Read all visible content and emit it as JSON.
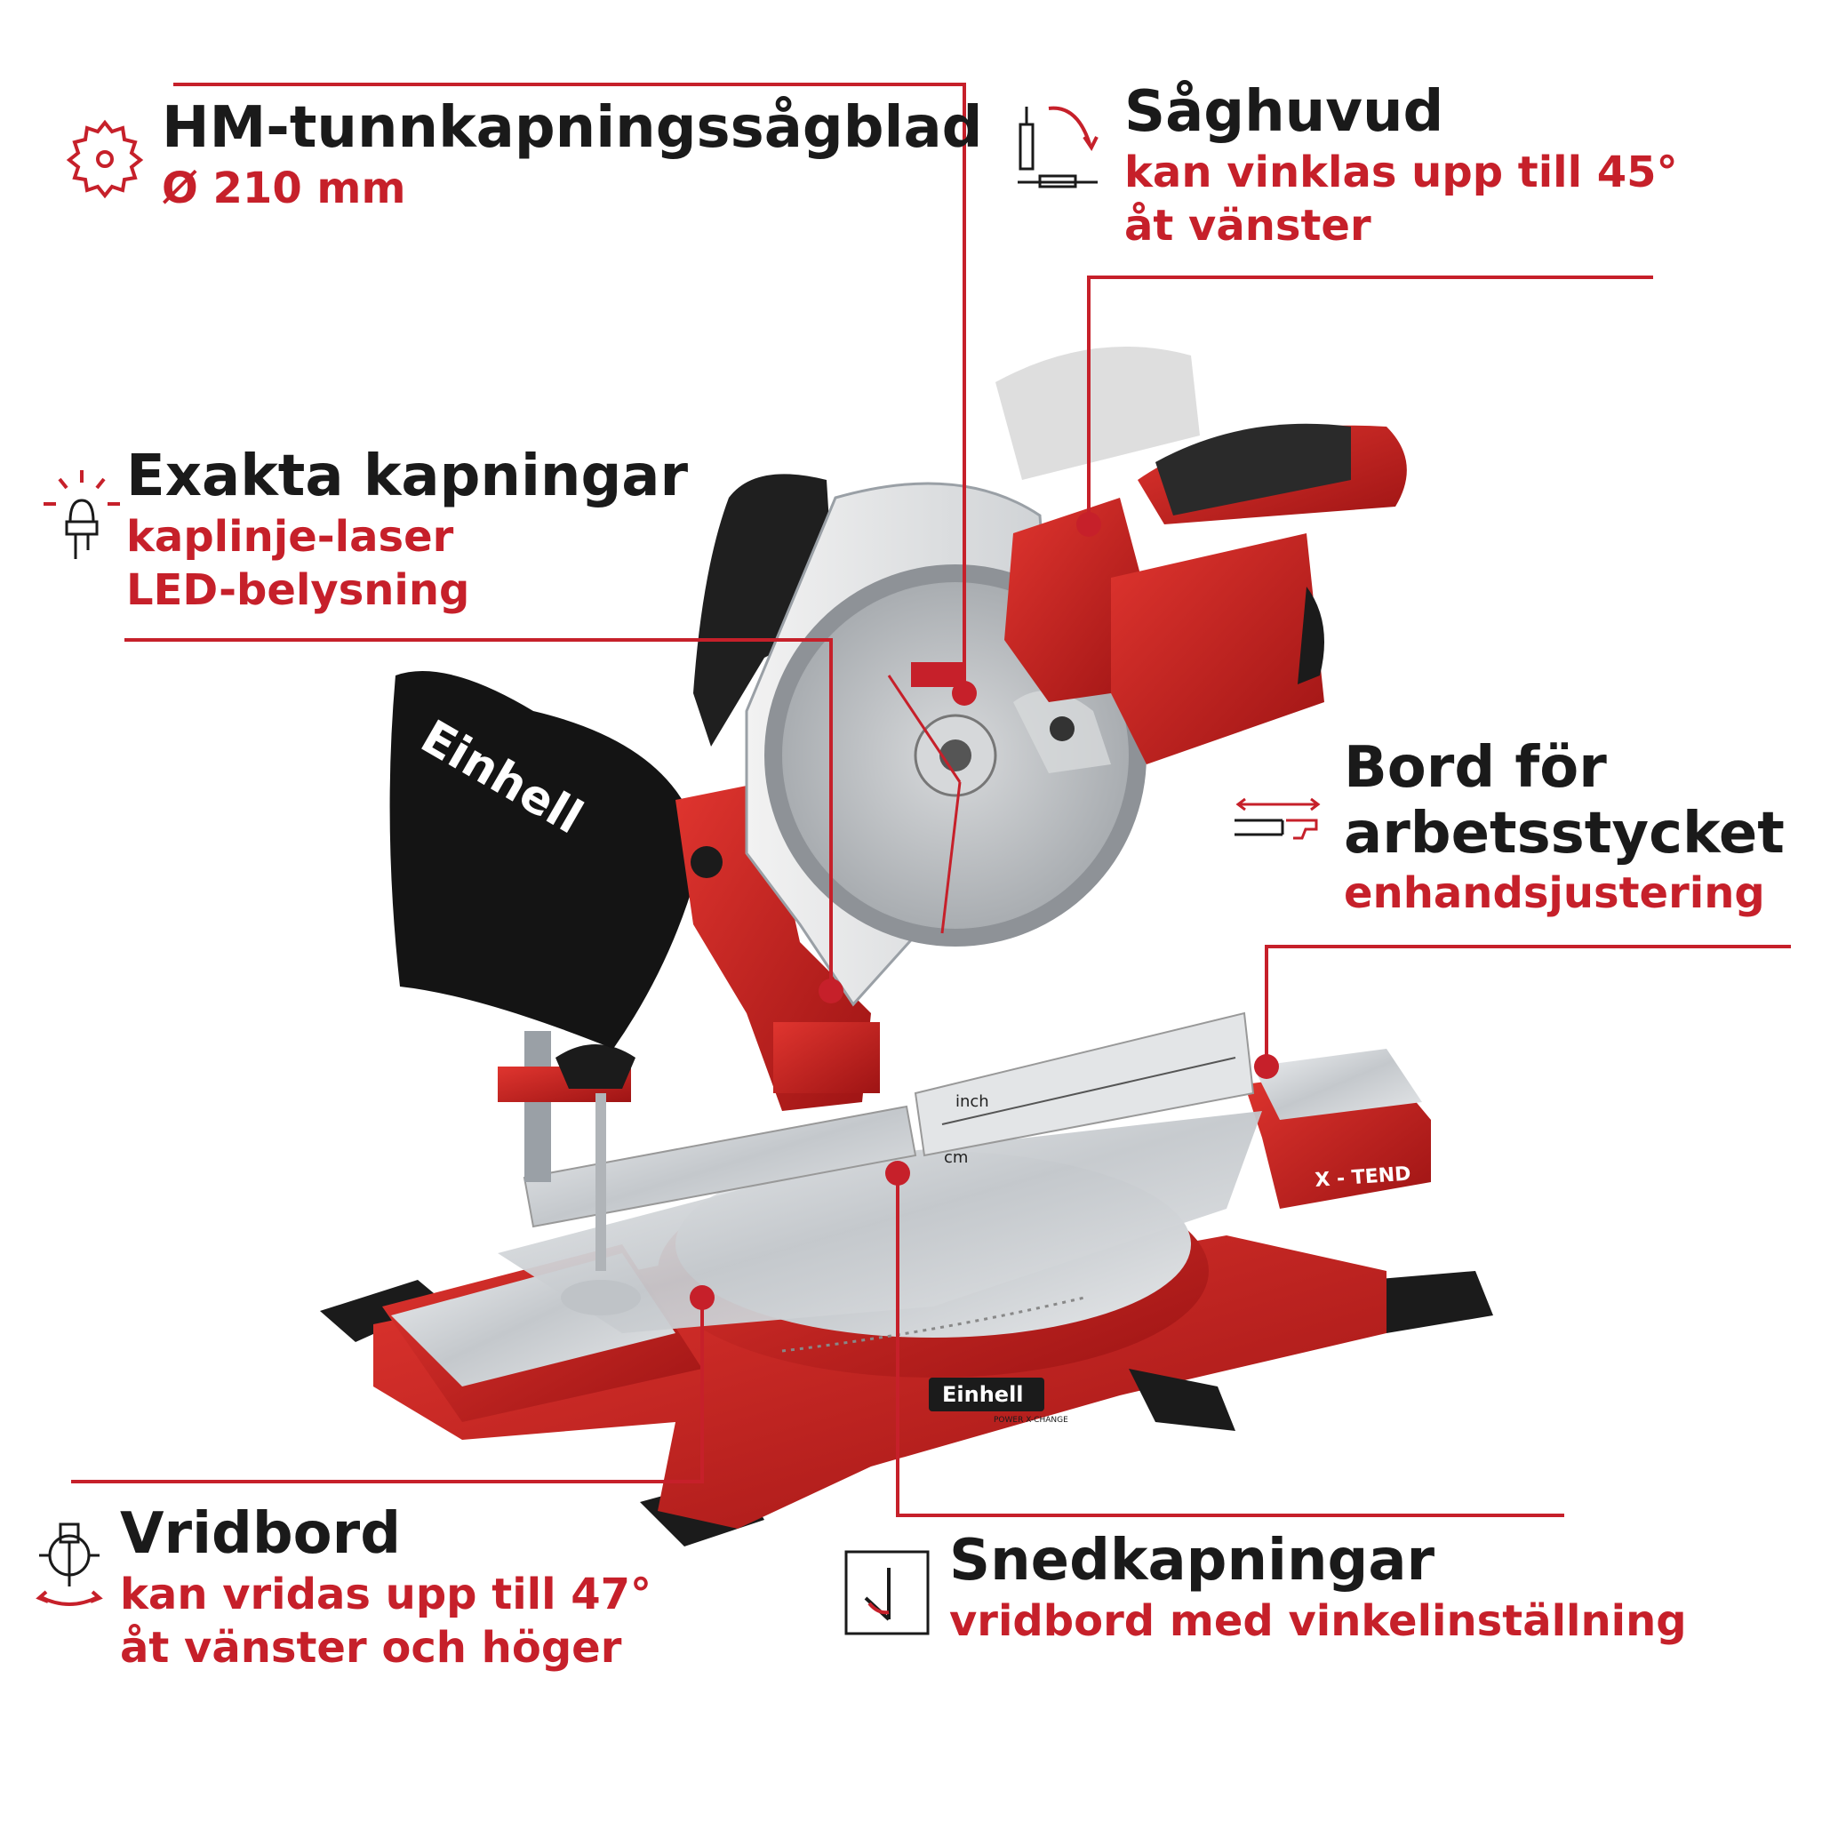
{
  "features": {
    "blade": {
      "title": "HM-tunnkapningssågblad",
      "sub1": "Ø 210 mm"
    },
    "head": {
      "title": "Såghuvud",
      "sub1": "kan vinklas upp till 45°",
      "sub2": "åt vänster"
    },
    "laser": {
      "title": "Exakta kapningar",
      "sub1": "kaplinje-laser",
      "sub2": "LED-belysning"
    },
    "table": {
      "title1": "Bord för",
      "title2": "arbetsstycket",
      "sub1": "enhandsjustering"
    },
    "turntable": {
      "title": "Vridbord",
      "sub1": "kan vridas upp till 47°",
      "sub2": "åt vänster och höger"
    },
    "miter": {
      "title": "Snedkapningar",
      "sub1": "vridbord med vinkelinställning"
    }
  },
  "product": {
    "brand_bag": "Einhell",
    "brand_badge": "Einhell",
    "badge_small": "POWER X-CHANGE",
    "xtend": "X - TEND",
    "scale_inch": "inch",
    "scale_cm": "cm"
  },
  "icons": {
    "blade": "saw-blade-icon",
    "head": "bevel-angle-icon",
    "laser": "laser-light-icon",
    "table": "table-extension-icon",
    "turntable": "rotate-icon",
    "miter": "miter-angle-icon"
  },
  "colors": {
    "accent": "#c6202a",
    "text": "#1a1a1a",
    "metal": "#c9ccd0",
    "black": "#1b1b1b"
  }
}
